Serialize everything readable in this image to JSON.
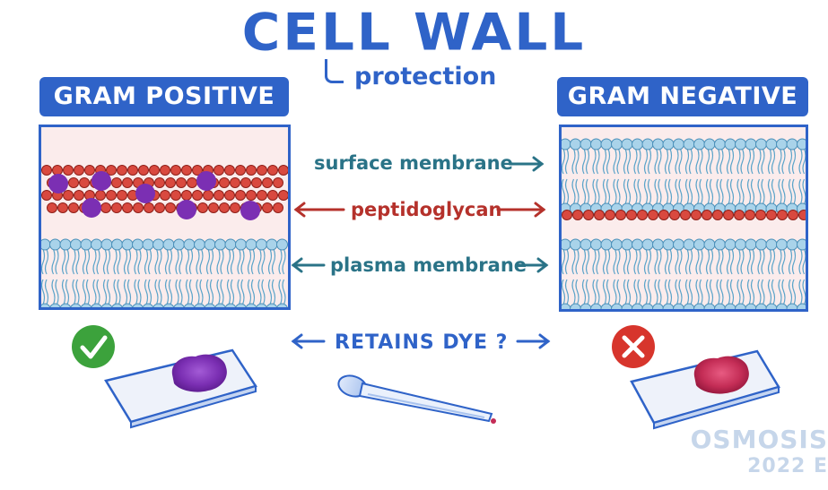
{
  "title": "CELL WALL",
  "subtitle": "protection",
  "left": {
    "header": "GRAM POSITIVE",
    "status_icon": "check-icon",
    "status_color": "#3ca23c"
  },
  "right": {
    "header": "GRAM NEGATIVE",
    "status_icon": "cross-icon",
    "status_color": "#d7352c"
  },
  "labels": {
    "surface": "surface membrane",
    "peptidoglycan": "peptidoglycan",
    "plasma": "plasma membrane",
    "retains": "RETAINS DYE ?"
  },
  "colors": {
    "brand_blue": "#2f63c8",
    "membrane_blue": "#a9d3ea",
    "peptidoglycan_red": "#c83a31",
    "dye_purple": "#7b2fb3",
    "safranin_red": "#c42d56"
  },
  "watermark": {
    "logo": "OSMOSIS",
    "year": "2022 E"
  }
}
